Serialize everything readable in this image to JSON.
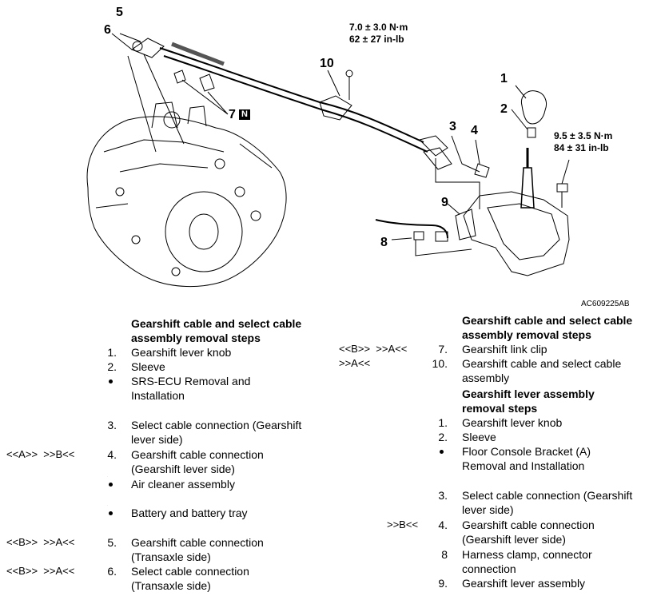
{
  "figure": {
    "callouts": [
      "5",
      "6",
      "7",
      "10",
      "1",
      "2",
      "3",
      "4",
      "9",
      "8"
    ],
    "badge": "N",
    "torque_1_nm": "7.0 ± 3.0 N·m",
    "torque_1_inlb": "62 ± 27 in-lb",
    "torque_2_nm": "9.5 ± 3.5 N·m",
    "torque_2_inlb": "84 ± 31 in-lb",
    "figure_id": "AC609225AB"
  },
  "left": {
    "heading_1": "Gearshift cable and select cable",
    "heading_2": "assembly removal steps",
    "items": [
      {
        "ref": "",
        "num": "1.",
        "lines": [
          "Gearshift lever knob"
        ]
      },
      {
        "ref": "",
        "num": "2.",
        "lines": [
          "Sleeve"
        ]
      },
      {
        "ref": "",
        "num": "•",
        "lines": [
          "SRS-ECU Removal and",
          "Installation"
        ]
      },
      {
        "ref": "",
        "num": "3.",
        "lines": [
          "Select cable connection (Gearshift",
          "lever side)"
        ]
      },
      {
        "ref": "<<A>>  >>B<<",
        "num": "4.",
        "lines": [
          "Gearshift cable connection",
          "(Gearshift lever side)"
        ]
      },
      {
        "ref": "",
        "num": "•",
        "lines": [
          "Air cleaner assembly"
        ]
      },
      {
        "ref": "",
        "num": "•",
        "lines": [
          "Battery and battery tray"
        ]
      },
      {
        "ref": "<<B>>  >>A<<",
        "num": "5.",
        "lines": [
          "Gearshift cable connection",
          "(Transaxle side)"
        ]
      },
      {
        "ref": "<<B>>  >>A<<",
        "num": "6.",
        "lines": [
          "Select cable connection",
          "(Transaxle side)"
        ]
      }
    ]
  },
  "right": {
    "heading_1": "Gearshift cable and select cable",
    "heading_2": "assembly removal steps",
    "items_a": [
      {
        "ref": "<<B>>  >>A<<",
        "num": "7.",
        "lines": [
          "Gearshift link clip"
        ]
      },
      {
        "ref": ">>A<<",
        "num": "10.",
        "lines": [
          "Gearshift cable and select cable",
          "assembly"
        ]
      }
    ],
    "heading2_1": "Gearshift lever assembly",
    "heading2_2": "removal steps",
    "items_b": [
      {
        "ref": "",
        "num": "1.",
        "lines": [
          "Gearshift lever knob"
        ]
      },
      {
        "ref": "",
        "num": "2.",
        "lines": [
          "Sleeve"
        ]
      },
      {
        "ref": "",
        "num": "•",
        "lines": [
          "Floor Console Bracket (A)",
          "Removal and Installation"
        ]
      },
      {
        "ref": "",
        "num": "3.",
        "lines": [
          "Select cable connection (Gearshift",
          "lever side)"
        ]
      },
      {
        "ref": ">>B<<",
        "num": "4.",
        "lines": [
          "Gearshift cable connection",
          "(Gearshift lever side)"
        ]
      },
      {
        "ref": "",
        "num": "8",
        "lines": [
          "Harness clamp, connector",
          "connection"
        ]
      },
      {
        "ref": "",
        "num": "9.",
        "lines": [
          "Gearshift lever assembly"
        ]
      }
    ]
  }
}
